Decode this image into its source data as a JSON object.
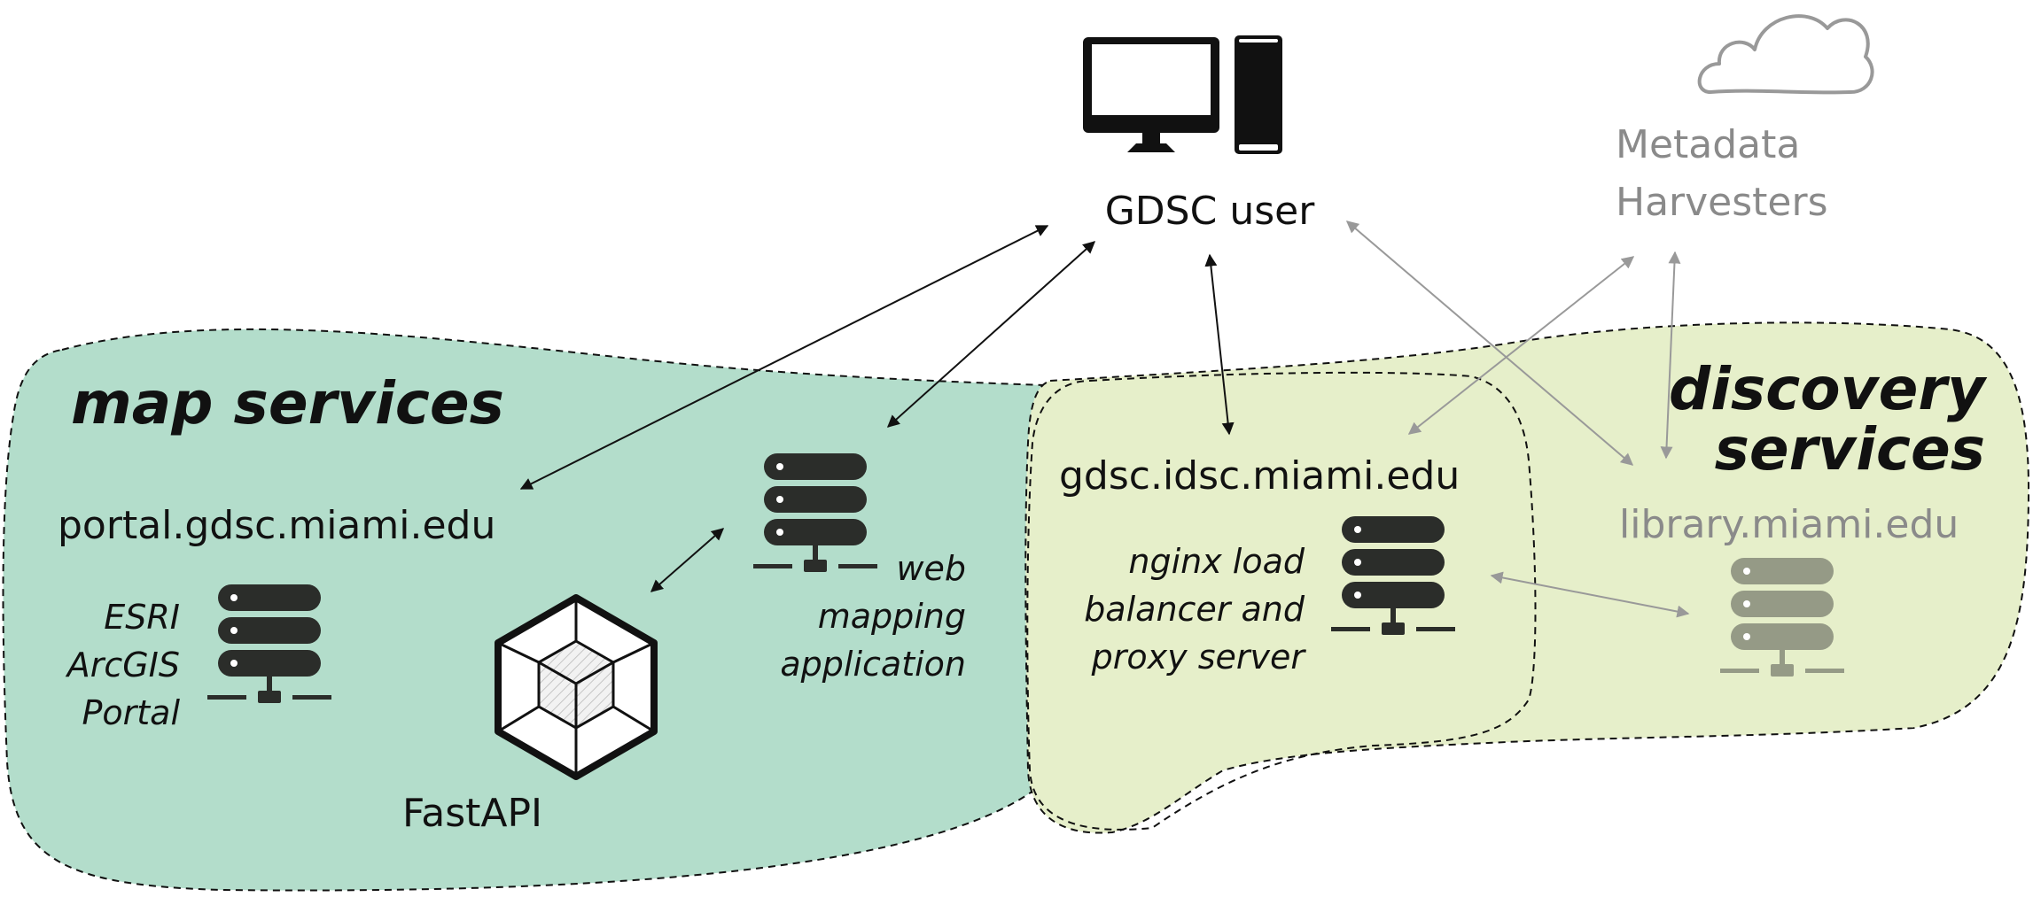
{
  "user": {
    "label": "GDSC user",
    "devices": [
      "monitor-icon",
      "phone-icon"
    ]
  },
  "harvesters": {
    "label_line1": "Metadata",
    "label_line2": "Harvesters",
    "icon": "cloud-icon"
  },
  "map_services": {
    "title": "map services",
    "portal": {
      "host": "portal.gdsc.miami.edu",
      "desc_line1": "ESRI",
      "desc_line2": "ArcGIS",
      "desc_line3": "Portal"
    },
    "webapp": {
      "desc_line1": "web",
      "desc_line2": "mapping",
      "desc_line3": "application"
    },
    "fastapi": {
      "label": "FastAPI",
      "icon": "fastapi-cube-icon"
    }
  },
  "gateway": {
    "host": "gdsc.idsc.miami.edu",
    "desc_line1": "nginx load",
    "desc_line2": "balancer and",
    "desc_line3": "proxy server"
  },
  "discovery_services": {
    "title_line1": "discovery",
    "title_line2": "services",
    "library": {
      "host": "library.miami.edu"
    }
  },
  "colors": {
    "map_region": "#b3ddcb",
    "discovery_region": "#e6efca",
    "server_dark": "#2b2d2a",
    "server_gray": "#959a86",
    "muted_text": "#8a8a8a",
    "arrow_dark": "#111111",
    "arrow_gray": "#999999"
  }
}
